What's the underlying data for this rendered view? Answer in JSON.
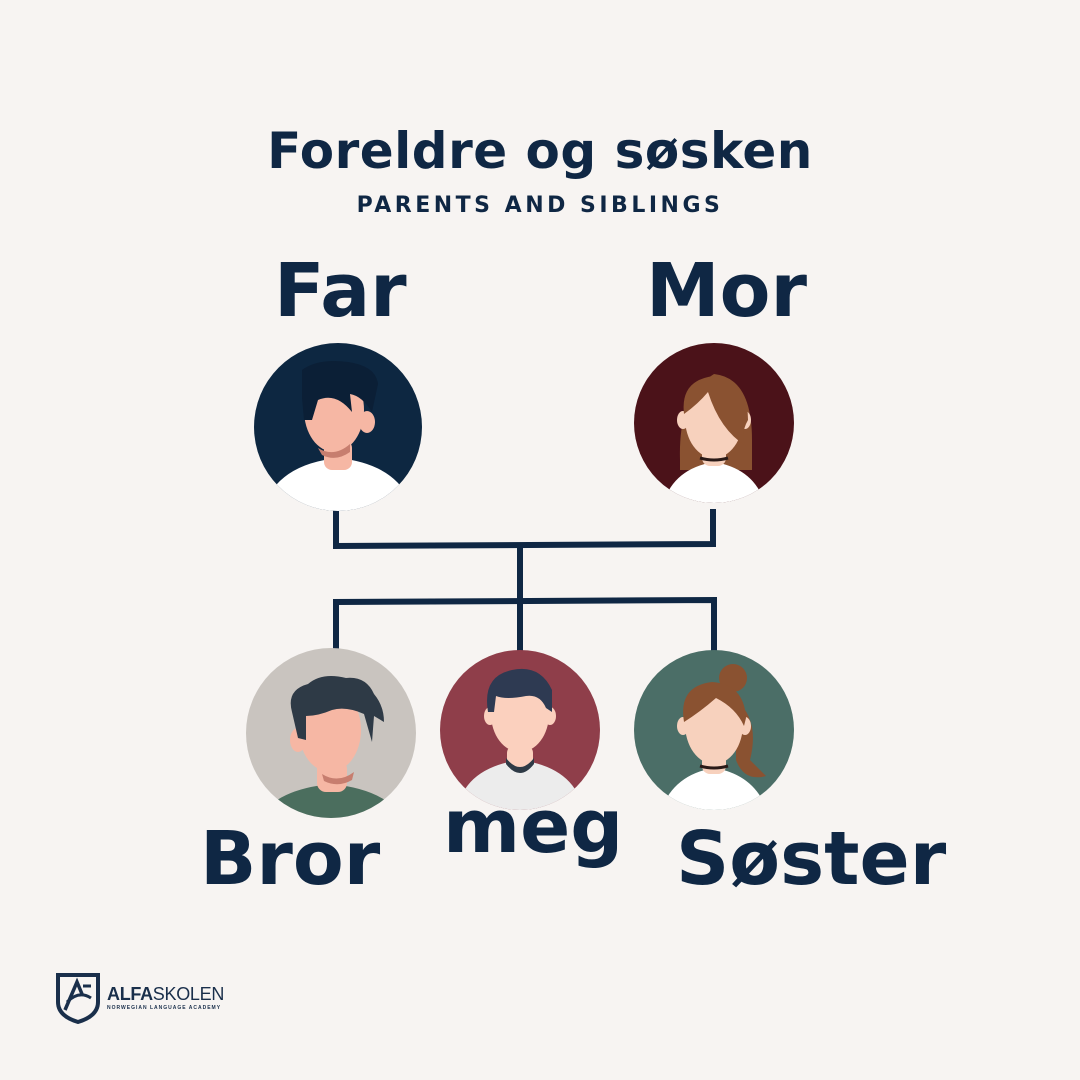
{
  "title": "Foreldre og søsken",
  "subtitle": "PARENTS AND SIBLINGS",
  "members": {
    "far": {
      "label": "Far",
      "icon": "man-avatar-icon"
    },
    "mor": {
      "label": "Mor",
      "icon": "woman-avatar-icon"
    },
    "bror": {
      "label": "Bror",
      "icon": "boy-avatar-icon"
    },
    "meg": {
      "label": "meg",
      "icon": "boy-avatar-icon"
    },
    "soster": {
      "label": "Søster",
      "icon": "girl-avatar-icon"
    }
  },
  "logo": {
    "brand_bold": "ALFA",
    "brand_regular": "SKOLEN",
    "tagline": "NORWEGIAN LANGUAGE ACADEMY"
  },
  "colors": {
    "background": "#f7f4f2",
    "text": "#0f2744",
    "far_circle": "#0d2741",
    "mor_circle": "#4b1219",
    "bror_circle": "#c9c4bf",
    "meg_circle": "#8f3e4a",
    "soster_circle": "#4b6e67"
  }
}
